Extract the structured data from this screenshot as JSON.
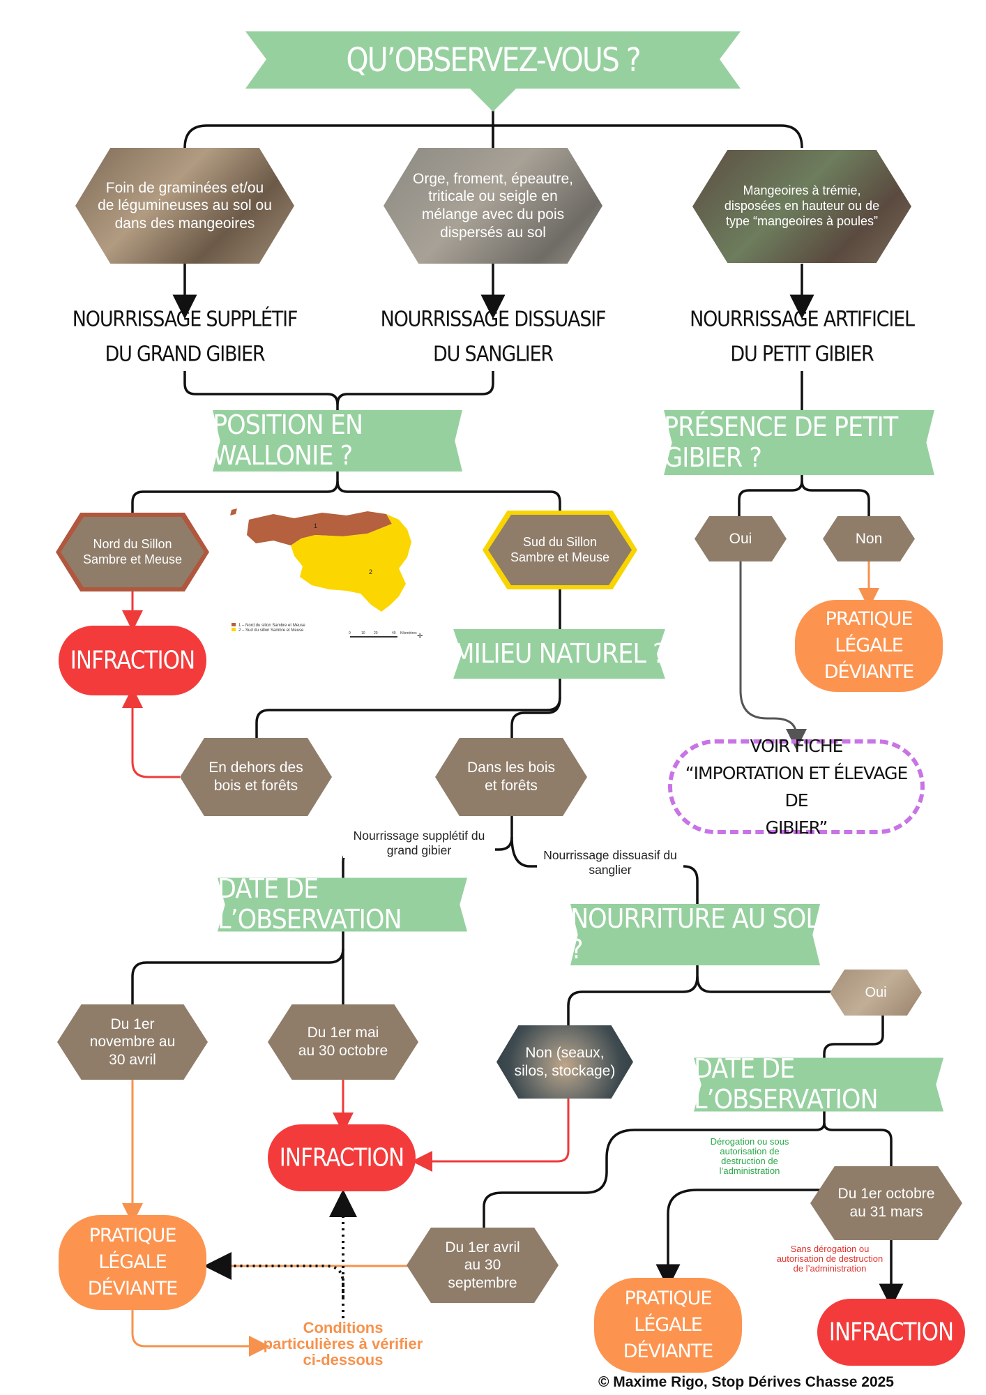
{
  "title": "QU’OBSERVEZ-VOUS ?",
  "observations": [
    "Foin de graminées et/ou de légumineuses au sol ou dans des mangeoires",
    "Orge, froment, épeautre, triticale ou seigle en mélange avec du pois dispersés au sol",
    "Mangeoires à trémie, disposées en hauteur ou de type “mangeoires à poules”"
  ],
  "categories": {
    "grand_gibier": [
      "NOURRISSAGE SUPPLÉTIF",
      "DU GRAND GIBIER"
    ],
    "sanglier": [
      "NOURRISSAGE DISSUASIF",
      "DU SANGLIER"
    ],
    "petit_gibier": [
      "NOURRISSAGE ARTIFICIEL",
      "DU PETIT GIBIER"
    ]
  },
  "questions": {
    "position": "POSITION EN WALLONIE ?",
    "presence": "PRÉSENCE DE PETIT GIBIER ?",
    "milieu": "MILIEU NATUREL ?",
    "date_left": "DATE DE L’OBSERVATION",
    "nourriture": "NOURRITURE AU SOL ?",
    "date_right": "DATE DE L’OBSERVATION"
  },
  "regions": {
    "nord": "Nord du Sillon Sambre et Meuse",
    "sud": "Sud du Sillon Sambre et Meuse"
  },
  "map": {
    "zone1_label": "1",
    "zone2_label": "2",
    "legend_1": "1 – Nord du sillon Sambre et Meuse",
    "legend_2": "2 – Sud du sillon Sambre et Meuse",
    "scale_ticks": [
      "0",
      "10",
      "20",
      "40"
    ],
    "scale_unit": "Kilomètres",
    "color_nord": "#b5603f",
    "color_sud": "#fcd600"
  },
  "answers": {
    "oui": "Oui",
    "non": "Non",
    "hors_bois": "En dehors des bois et forêts",
    "dans_bois": "Dans les bois et forêts",
    "nov_avril": "Du 1er novembre au 30 avril",
    "mai_oct": "Du 1er mai au 30 octobre",
    "oui_sol": "Oui",
    "non_sol": "Non (seaux, silos, stockage)",
    "oct_mars": "Du 1er octobre au 31 mars",
    "avril_sept": "Du 1er avril au 30 septembre"
  },
  "branch_labels": {
    "supp": "Nourrissage supplétif du grand gibier",
    "diss": "Nourrissage dissuasif du sanglier",
    "derog": "Dérogation ou sous autorisation de destruction de l’administration",
    "sans_derog": "Sans dérogation ou autorisation de destruction de l’administration"
  },
  "outcomes": {
    "infraction": "INFRACTION",
    "pratique": [
      "PRATIQUE",
      "LÉGALE",
      "DÉVIANTE"
    ],
    "voir_fiche": [
      "VOIR FICHE",
      "“IMPORTATION ET ÉLEVAGE DE",
      "GIBIER”"
    ]
  },
  "conditions": "Conditions particulières à vérifier ci-dessous",
  "credit": "© Maxime Rigo, Stop Dérives Chasse 2025",
  "colors": {
    "banner": "#96d09f",
    "hexagon": "#8f7d6a",
    "infraction": "#f43b3b",
    "pratique": "#fc9450",
    "dashed": "#c873e6"
  }
}
